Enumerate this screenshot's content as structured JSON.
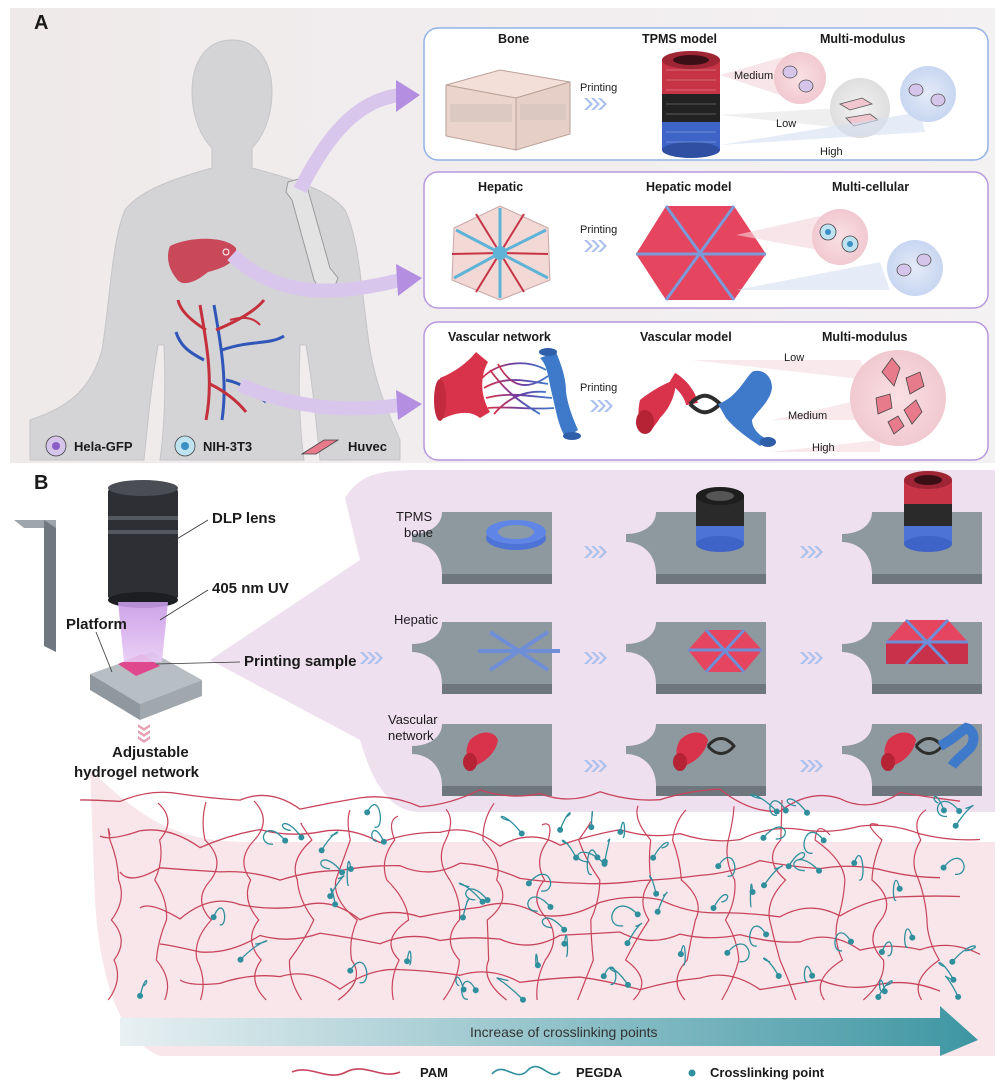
{
  "panelA": {
    "letter": "A",
    "rows": [
      {
        "tissue": "Bone",
        "printing": "Printing",
        "model": "TPMS model",
        "right": "Multi-modulus",
        "levels": {
          "medium": "Medium",
          "low": "Low",
          "high": "High"
        }
      },
      {
        "tissue": "Hepatic",
        "printing": "Printing",
        "model": "Hepatic model",
        "right": "Multi-cellular"
      },
      {
        "tissue": "Vascular network",
        "printing": "Printing",
        "model": "Vascular model",
        "right": "Multi-modulus",
        "levels": {
          "low": "Low",
          "medium": "Medium",
          "high": "High"
        }
      }
    ],
    "cell_legend": [
      "Hela-GFP",
      "NIH-3T3",
      "Huvec"
    ]
  },
  "panelB": {
    "letter": "B",
    "dlp_lens": "DLP lens",
    "uv": "405 nm UV",
    "platform": "Platform",
    "printing_sample": "Printing sample",
    "network_label_1": "Adjustable",
    "network_label_2": "hydrogel network",
    "rows": [
      {
        "label_1": "TPMS",
        "label_2": "bone"
      },
      {
        "label_1": "Hepatic",
        "label_2": ""
      },
      {
        "label_1": "Vascular",
        "label_2": "network"
      }
    ],
    "arrow_label": "Increase of crosslinking points",
    "legend": [
      "PAM",
      "PEGDA",
      "Crosslinking point"
    ]
  },
  "colors": {
    "red": "#d94a5e",
    "blue": "#4a6fd0",
    "teal": "#2f8f9d",
    "purple": "#a57ed8",
    "panel_bg": "#eeeaf0",
    "pink_bg": "#f6e4ea"
  }
}
